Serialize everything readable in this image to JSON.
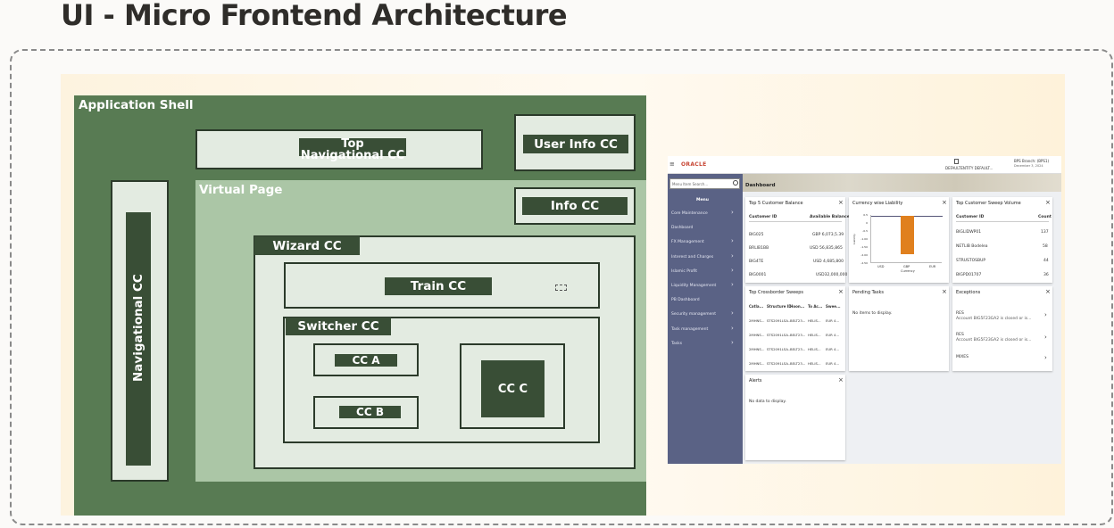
{
  "page_title": "UI - Micro Frontend Architecture",
  "diagram": {
    "application_shell": "Application Shell",
    "top_nav": "Top Navigational CC",
    "user_info": "User Info CC",
    "navigational": "Navigational CC",
    "virtual_page": "Virtual Page",
    "info": "Info CC",
    "wizard": "Wizard CC",
    "train": "Train CC",
    "switcher": "Switcher CC",
    "cc_a": "CC A",
    "cc_b": "CC B",
    "cc_c": "CC C"
  },
  "screenshot": {
    "brand": "ORACLE",
    "header_user": "BPS Branch: (BPS1)",
    "header_date": "December 3, 2024",
    "header_entity": "DEFAULTENTITY DEFAULT...",
    "search_placeholder": "Menu Item Search...",
    "menu_header": "Menu",
    "menu_items": [
      "Core Maintenance",
      "Dashboard",
      "FX Management",
      "Interest and Charges",
      "Islamic Profit",
      "Liquidity Management",
      "PB Dashboard",
      "Security management",
      "Task management",
      "Tasks"
    ],
    "page_heading": "Dashboard",
    "top5_balance": {
      "title": "Top 5 Customer Balance",
      "col1": "Customer ID",
      "col2": "Available Balance",
      "rows": [
        [
          "BIG025",
          "GBP 6,073,5.39"
        ],
        [
          "BRLIB1BB",
          "USD 56,835,865"
        ],
        [
          "BIG4TE",
          "USD 4,685,800"
        ],
        [
          "BIG0001",
          "USD32,000,000"
        ]
      ]
    },
    "currency_chart": {
      "title": "Currency wise Liability",
      "ylabel": "Liability",
      "xlabel": "Currency",
      "yticks": [
        "0.5",
        "0",
        "-0.5",
        "-1.00",
        "-1.50",
        "-2.00",
        "-2.50"
      ],
      "xticks": [
        "USD",
        "GBP",
        "EUR"
      ]
    },
    "sweep_volume": {
      "title": "Top Customer Sweep Volume",
      "col1": "Customer ID",
      "col2": "Count",
      "rows": [
        [
          "BIGLIDWP01",
          "137"
        ],
        [
          "NETLIB Bodelea",
          "58"
        ],
        [
          "STRUSTOSBUP",
          "44"
        ],
        [
          "BIGPD01707",
          "36"
        ]
      ]
    },
    "crossborder": {
      "title": "Top Crossborder Sweeps",
      "cols": [
        "Catla...",
        "Structure ID",
        "Hoon...",
        "To Ac...",
        "Swee..."
      ],
      "rows": [
        [
          "2MHNS...",
          "STS2091LSA...",
          "BELT23...",
          "HELIS...",
          "EUR 4..."
        ],
        [
          "2MHNS...",
          "STS2091LSA...",
          "BELT23...",
          "HELIS...",
          "EUR 4..."
        ],
        [
          "2MHNS...",
          "STS2091LSA...",
          "BELT23...",
          "HELIS...",
          "EUR 4..."
        ],
        [
          "2MHNS...",
          "STS2091LSA...",
          "BELT23...",
          "HELIS...",
          "EUR 4..."
        ]
      ]
    },
    "pending": {
      "title": "Pending Tasks",
      "empty": "No items to display."
    },
    "exceptions": {
      "title": "Exceptions",
      "items": [
        [
          "RES",
          "Account BIG5F23GA2 is closed or is..."
        ],
        [
          "RES",
          "Account BIG5F23GA2 is closed or is..."
        ],
        [
          "MIXES",
          ""
        ]
      ]
    },
    "alerts": {
      "title": "Alerts",
      "empty": "No data to display."
    }
  }
}
